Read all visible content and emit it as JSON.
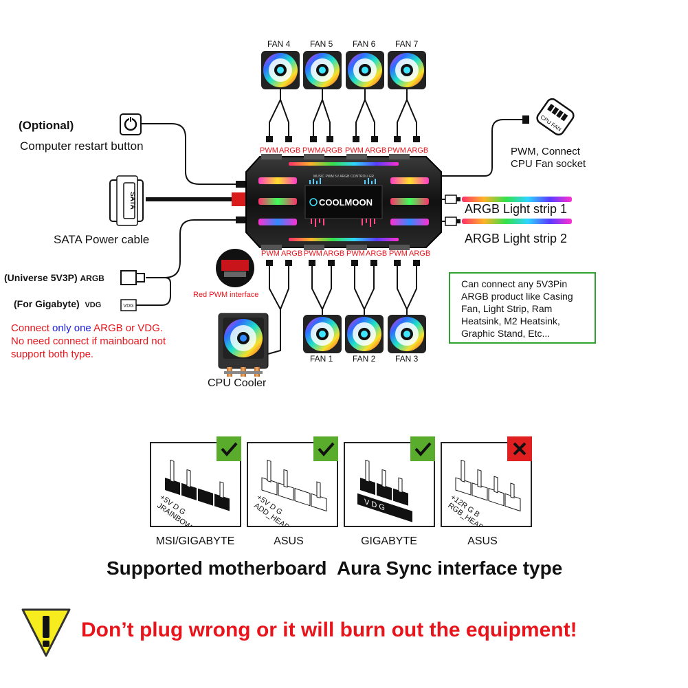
{
  "top_fans": [
    {
      "label": "FAN 4"
    },
    {
      "label": "FAN 5"
    },
    {
      "label": "FAN 6"
    },
    {
      "label": "FAN 7"
    }
  ],
  "bottom_fans": [
    {
      "label": "FAN 1"
    },
    {
      "label": "FAN 2"
    },
    {
      "label": "FAN 3"
    }
  ],
  "connectors": {
    "pwm": "PWM",
    "argb": "ARGB",
    "pwmargb": "PWMARGB"
  },
  "controller": {
    "brand": "COOLMOON",
    "subtitle": "MUSIC PWM 5V ARGB CONTROLLER"
  },
  "left_labels": {
    "optional": "(Optional)",
    "restart": "Computer restart button",
    "sata": "SATA Power cable",
    "sata_plug": "SATA",
    "universe": "(Universe 5V3P)",
    "argb": "ARGB",
    "gigabyte": "(For Gigabyte)",
    "vdg": "VDG",
    "vdg_plug": "VDG",
    "red_pwm": "Red PWM interface",
    "cpu_cooler": "CPU Cooler"
  },
  "warning_red": {
    "p1": "Connect ",
    "only": "only one",
    "p2": " ARGB or VDG.",
    "line2": "No need connect if mainboard not",
    "line3": "support both type."
  },
  "right_labels": {
    "pwm_connect": "PWM, Connect",
    "cpu_socket": "CPU Fan socket",
    "cpu_fan_icon": "CPU FAN",
    "strip1": "ARGB Light strip 1",
    "strip2": "ARGB Light strip 2"
  },
  "note_box": {
    "lines": [
      "Can connect any 5V3Pin",
      "ARGB product like Casing",
      "Fan, Light Strip, Ram",
      "Heatsink, M2 Heatsink,",
      "Graphic Stand, Etc..."
    ]
  },
  "motherboards": [
    {
      "label": "MSI/GIGABYTE",
      "pins": "+5V  D  G",
      "header": "JRAINBOW",
      "supported": true
    },
    {
      "label": "ASUS",
      "pins": "+5V  D  G",
      "header": "ADD_HEADER",
      "supported": true
    },
    {
      "label": "GIGABYTE",
      "pins": "V  D  G",
      "header": "",
      "supported": true
    },
    {
      "label": "ASUS",
      "pins": "+12R  G  B",
      "header": "RGB_HEADER",
      "supported": false
    }
  ],
  "title": "Supported motherboard  Aura Sync interface type",
  "warning": "Don’t plug wrong or it will burn out the equipment!",
  "colors": {
    "red": "#e8141b",
    "blue": "#1a1ae6",
    "green_check": "#5aac2c",
    "red_x": "#e02020",
    "note_border": "#2fa12f"
  }
}
